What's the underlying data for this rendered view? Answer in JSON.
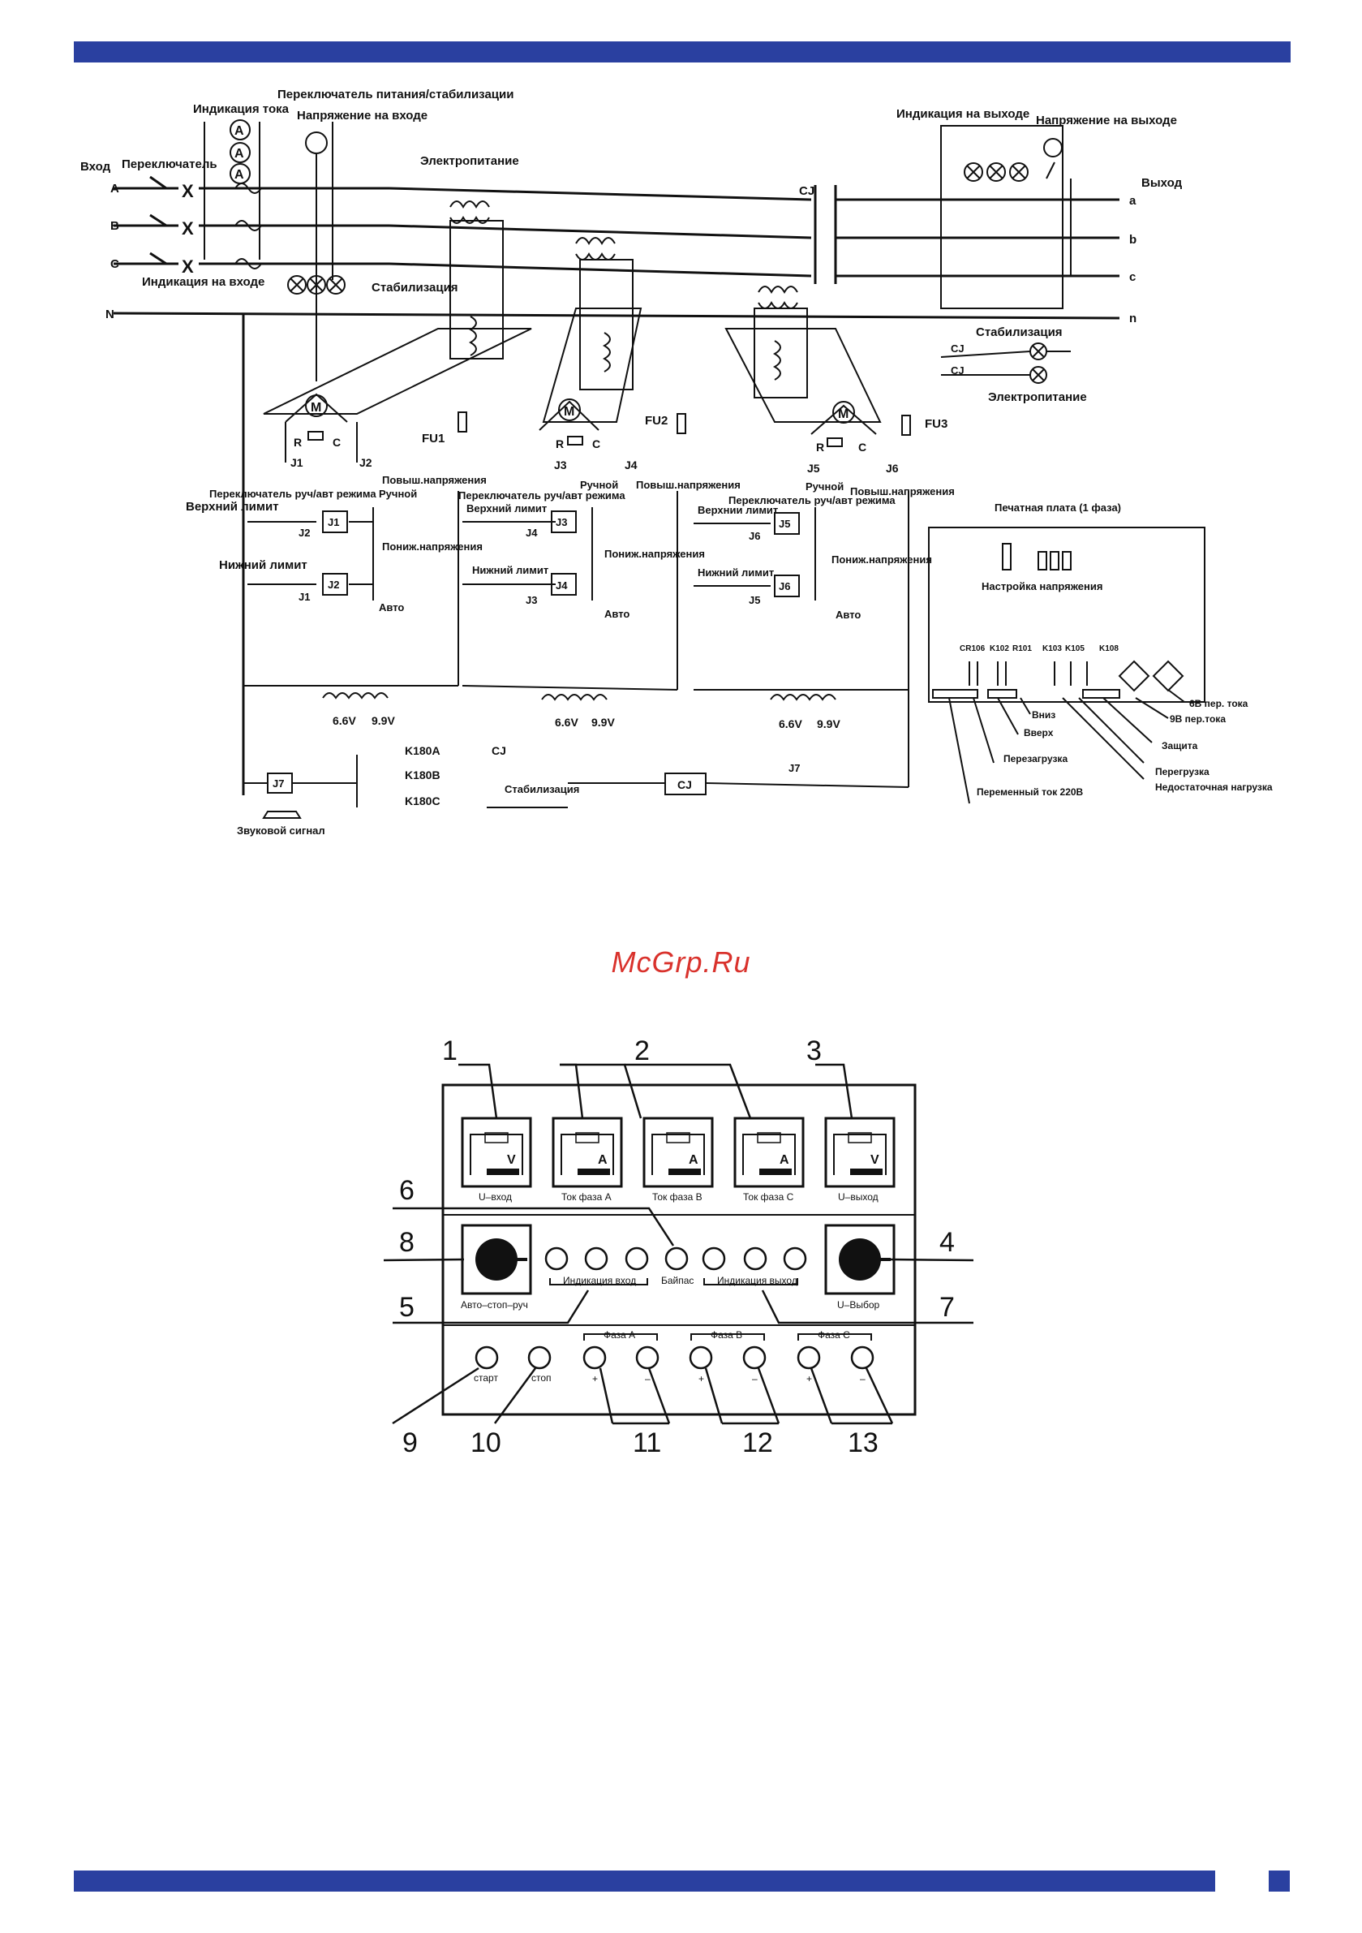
{
  "watermark": "McGrp.Ru",
  "colors": {
    "accent_bar": "#2a40a0",
    "watermark": "#d9322c",
    "ink": "#111111"
  },
  "circuit": {
    "labels": {
      "power_stab_switch": "Переключатель питания/стабилизации",
      "current_indication": "Индикация тока",
      "input_voltage": "Напряжение на входе",
      "input": "Вход",
      "switch": "Переключатель",
      "power_supply": "Электропитание",
      "input_indication": "Индикация на входе",
      "stabilization": "Стабилизация",
      "output_indication": "Индикация на выходе",
      "output_voltage": "Напряжение на выходе",
      "output": "Выход",
      "stab_lamp": "Стабилизация",
      "power_lamp": "Электропитание",
      "cj": "CJ",
      "fu1": "FU1",
      "fu2": "FU2",
      "fu3": "FU3",
      "upper_limit": "Верхний лимит",
      "lower_limit": "Нижний лимит",
      "manual_auto_switch": "Переключатель руч/авт режима",
      "manual": "Ручной",
      "auto": "Авто",
      "raise_voltage": "Повыш.напряжения",
      "lower_voltage": "Пониж.напряжения",
      "pcb_title": "Печатная плата (1 фаза)",
      "voltage_setting": "Настройка напряжения",
      "down": "Вниз",
      "up": "Вверх",
      "reload": "Перезагрузка",
      "ac220": "Переменный ток 220В",
      "protection": "Защита",
      "overload": "Перегрузка",
      "underload": "Недостаточная нагрузка",
      "current6": "6В пер. тока",
      "current9": "9В пер.тока",
      "v66": "6.6V",
      "v99": "9.9V",
      "k180a": "K180A",
      "k180b": "K180B",
      "k180c": "K180C",
      "j7": "J7",
      "buzzer": "Звуковой сигнал",
      "lines_in": [
        "A",
        "B",
        "C",
        "N"
      ],
      "lines_out": [
        "a",
        "b",
        "c",
        "n"
      ],
      "relays": [
        "J1",
        "J2",
        "J3",
        "J4",
        "J5",
        "J6"
      ],
      "pcb_parts": [
        "CR106",
        "K102",
        "R101",
        "K103",
        "K105",
        "K108"
      ],
      "meter_a": "A",
      "r": "R",
      "c_cap": "C",
      "m": "M",
      "upper_limit_j6": "Верхнии лимит"
    }
  },
  "panel": {
    "meters": [
      {
        "unit": "V",
        "label": "U–вход"
      },
      {
        "unit": "A",
        "label": "Ток фаза А"
      },
      {
        "unit": "A",
        "label": "Ток фаза В"
      },
      {
        "unit": "A",
        "label": "Ток фаза С"
      },
      {
        "unit": "V",
        "label": "U–выход"
      }
    ],
    "knob_left_label": "Авто–стоп–руч",
    "knob_right_label": "U–Выбор",
    "indic_in_label": "Индикация вход",
    "bypass_label": "Байпас",
    "indic_out_label": "Индикация выход",
    "start_label": "старт",
    "stop_label": "стоп",
    "phase_a": "Фаза А",
    "phase_b": "Фаза В",
    "phase_c": "Фаза С",
    "plus": "+",
    "minus": "–",
    "callouts": [
      "1",
      "2",
      "3",
      "4",
      "5",
      "6",
      "7",
      "8",
      "9",
      "10",
      "11",
      "12",
      "13"
    ]
  }
}
